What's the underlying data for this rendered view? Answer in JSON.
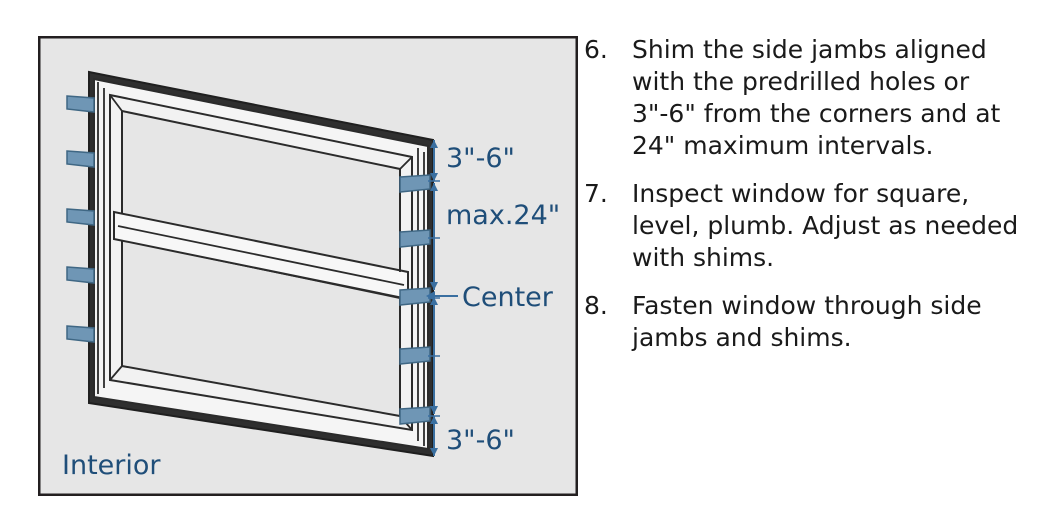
{
  "diagram": {
    "labels": {
      "top_dimension": "3\"-6\"",
      "max_interval": "max.24\"",
      "center": "Center",
      "bottom_dimension": "3\"-6\"",
      "interior": "Interior"
    },
    "colors": {
      "panel_background": "#e6e6e6",
      "panel_border": "#231f20",
      "label_blue": "#1f4e79",
      "dimension_line": "#3a6fa0",
      "shim_fill": "#6f96b5",
      "shim_stroke": "#3f6784",
      "frame_fill": "#f2f2f2",
      "frame_stroke": "#2b2b2b"
    }
  },
  "instructions": [
    {
      "number": "6.",
      "text": "Shim the side jambs aligned with the predrilled holes or 3\"-6\" from the corners and at 24\" maximum intervals."
    },
    {
      "number": "7.",
      "text": "Inspect window for square, level, plumb. Adjust as needed with shims."
    },
    {
      "number": "8.",
      "text": "Fasten window through side jambs and shims."
    }
  ]
}
